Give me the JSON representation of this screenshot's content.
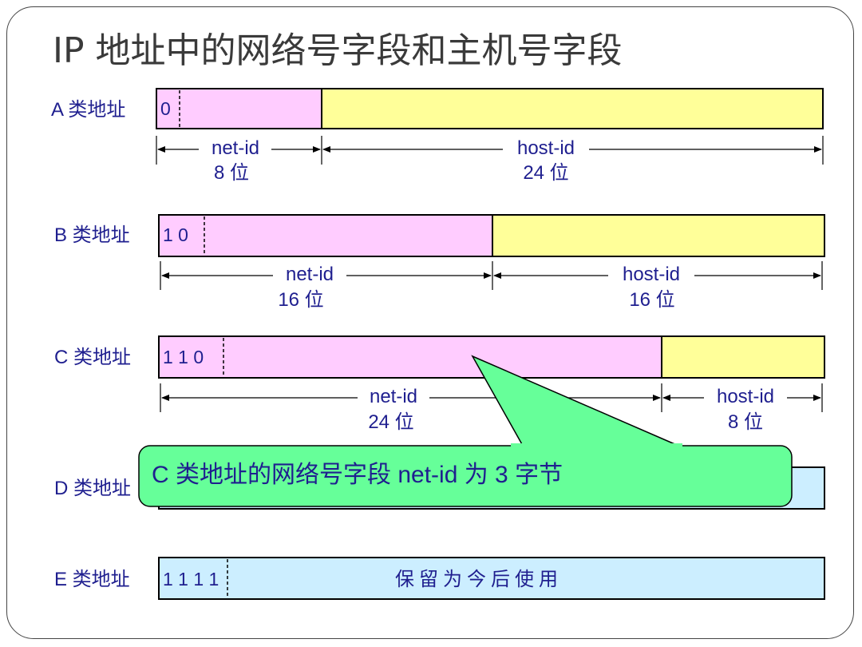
{
  "title": "IP 地址中的网络号字段和主机号字段",
  "classes": {
    "a": {
      "label": "A 类地址",
      "bits": "0",
      "net_name": "net-id",
      "net_bits": "8 位",
      "host_name": "host-id",
      "host_bits": "24 位"
    },
    "b": {
      "label": "B 类地址",
      "bits": "1 0",
      "net_name": "net-id",
      "net_bits": "16 位",
      "host_name": "host-id",
      "host_bits": "16 位"
    },
    "c": {
      "label": "C 类地址",
      "bits": "1 1 0",
      "net_name": "net-id",
      "net_bits": "24 位",
      "host_name": "host-id",
      "host_bits": "8 位"
    },
    "d": {
      "label": "D 类地址"
    },
    "e": {
      "label": "E 类地址",
      "bits": "1 1 1 1",
      "text": "保留为今后使用"
    }
  },
  "callout": {
    "text": "C 类地址的网络号字段 net-id 为 3 字节"
  },
  "colors": {
    "net": "#ffccff",
    "host": "#ffff99",
    "reserved": "#cceeff",
    "callout": "#66ff99",
    "text": "#1f1f8f"
  }
}
